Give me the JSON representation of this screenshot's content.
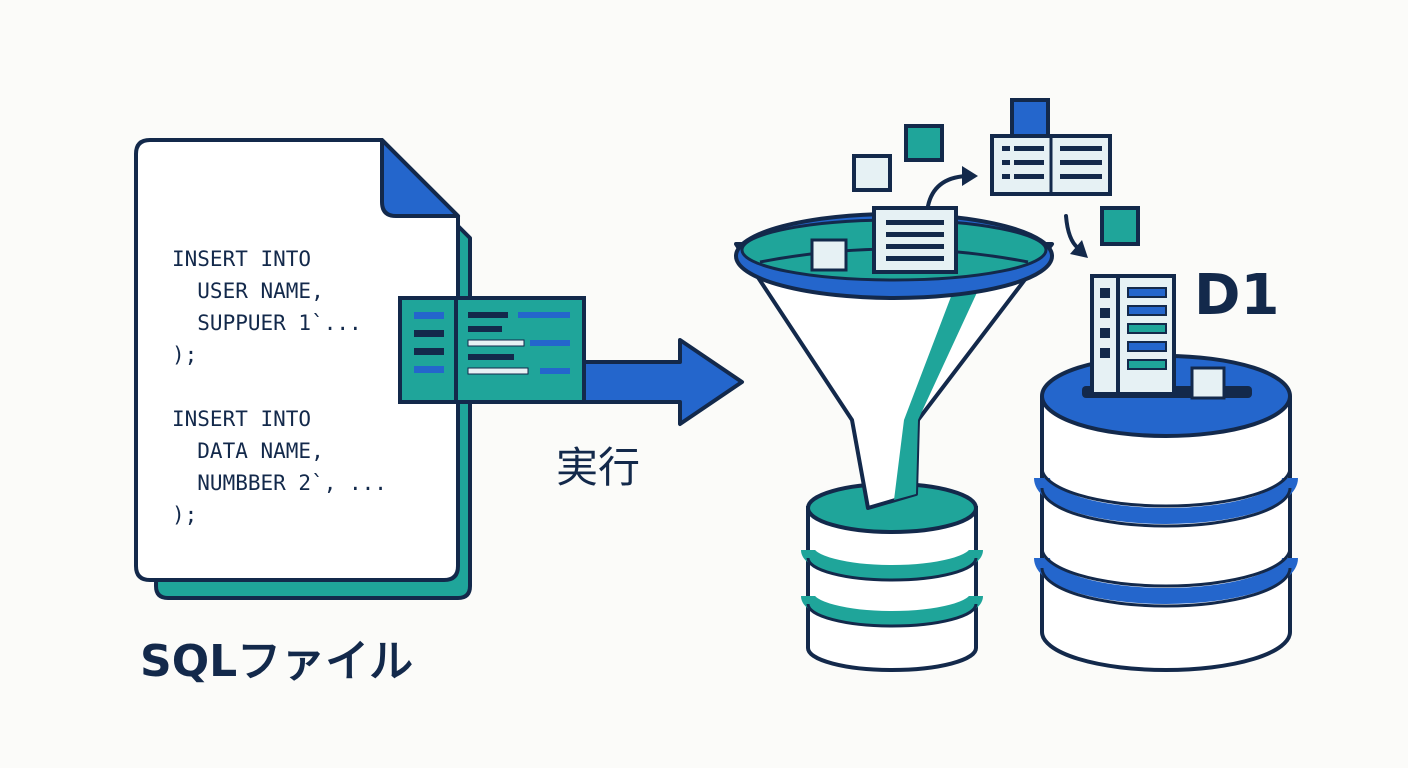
{
  "sql_file": {
    "label": "SQLファイル",
    "code_lines": [
      "INSERT INTO",
      "  USER NAME,",
      "  SUPPUER 1`...",
      ");",
      "",
      "INSERT INTO",
      "  DATA NAME,",
      "  NUMBBER 2`, ...",
      ");"
    ]
  },
  "arrow": {
    "label": "実行"
  },
  "target_db": {
    "label": "D1"
  },
  "colors": {
    "navy": "#13294b",
    "blue": "#2466cc",
    "teal": "#1fa59a",
    "light": "#e6f1f4",
    "background": "#fbfbf9"
  }
}
